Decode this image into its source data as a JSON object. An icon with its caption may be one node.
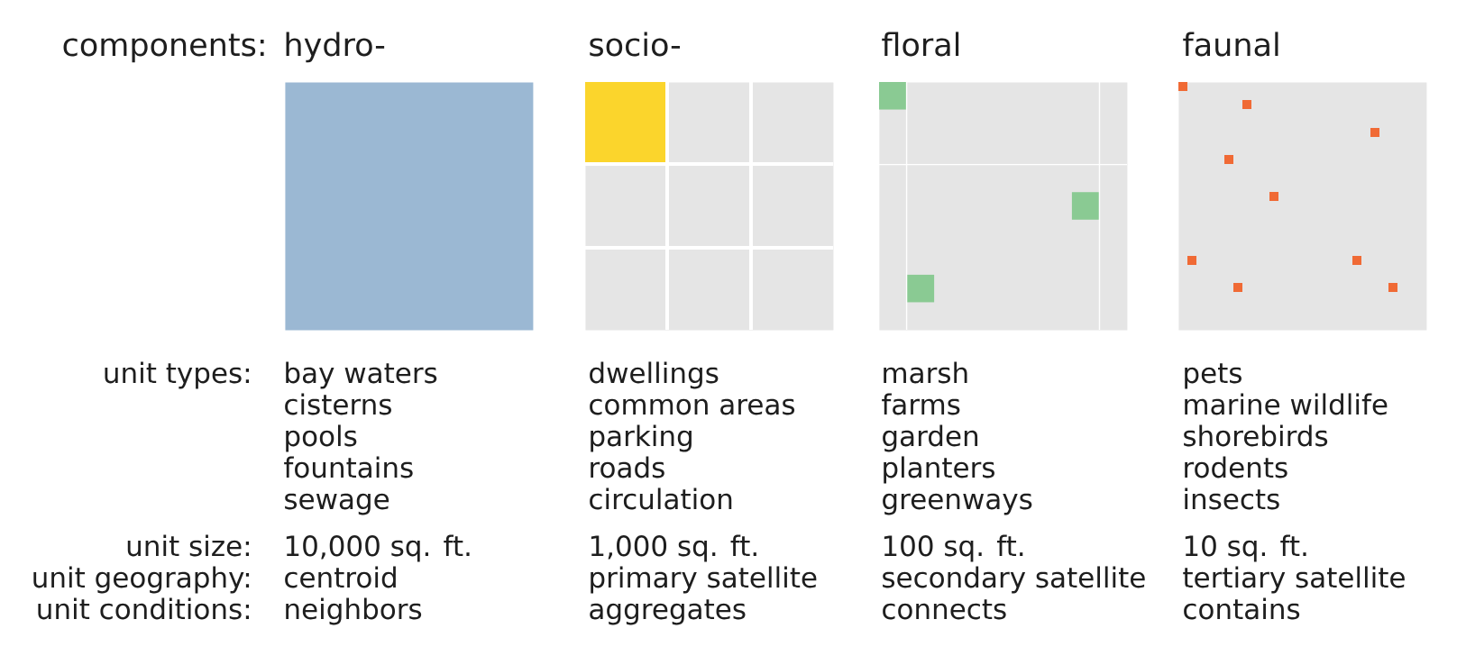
{
  "diagram": {
    "nodes": [
      {
        "text": [],
        "shape": "box"
      },
      {
        "text": [],
        "shape": "box"
      },
      {
        "text": [],
        "shape": "box"
      },
      {
        "text": [],
        "shape": "box"
      }
    ],
    "labels": [
      "components:",
      "hydro-",
      "socio-",
      "floral",
      "faunal",
      "unit types:",
      "bay waters",
      "dwellings",
      "marsh",
      "pets",
      "cisterns",
      "common areas",
      "farms",
      "marine wildlife",
      "pools",
      "parking",
      "garden",
      "shorebirds",
      "fountains",
      "roads",
      "planters",
      "rodents",
      "sewage",
      "circulation",
      "greenways",
      "insects",
      "unit size:",
      "10,000 sq. ft.",
      "1,000 sq. ft.",
      "100 sq. ft.",
      "10 sq. ft.",
      "unit geography:",
      "centroid",
      "primary satellite",
      "secondary satellite",
      "tertiary satellite",
      "unit conditions:",
      "neighbors",
      "aggregates",
      "connects",
      "contains"
    ]
  }
}
